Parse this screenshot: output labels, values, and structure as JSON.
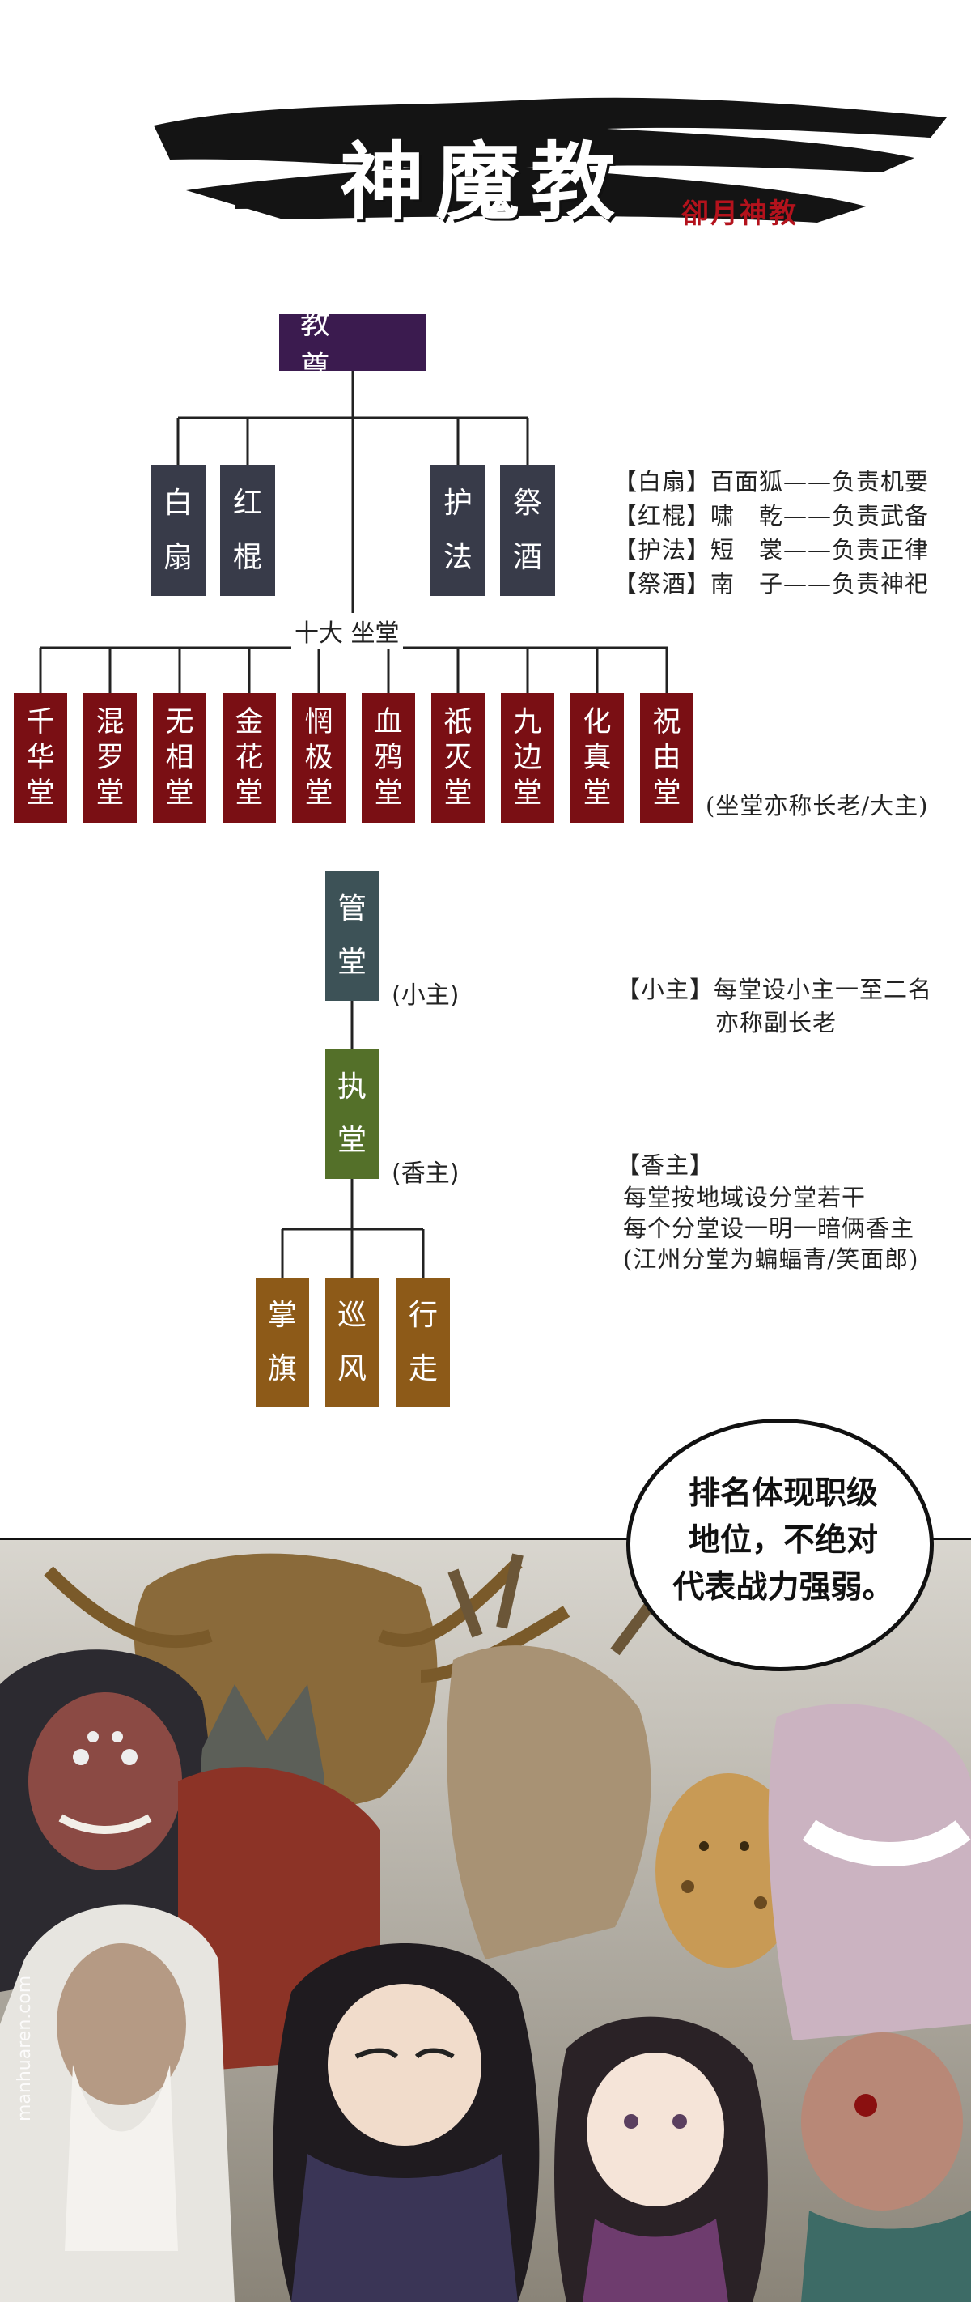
{
  "banner": {
    "title": "神魔教",
    "subtitle": "卻月神教"
  },
  "top": {
    "label": "教 尊"
  },
  "advisors": [
    {
      "chars": [
        "白",
        "扇"
      ]
    },
    {
      "chars": [
        "红",
        "棍"
      ]
    },
    {
      "chars": [
        "护",
        "法"
      ]
    },
    {
      "chars": [
        "祭",
        "酒"
      ]
    }
  ],
  "advisor_notes": [
    "【白扇】百面狐——负责机要",
    "【红棍】啸　乾——负责武备",
    "【护法】短　裳——负责正律",
    "【祭酒】南　子——负责神祀"
  ],
  "halls_label": "十大 坐堂",
  "halls": [
    {
      "chars": [
        "千",
        "华",
        "堂"
      ]
    },
    {
      "chars": [
        "混",
        "罗",
        "堂"
      ]
    },
    {
      "chars": [
        "无",
        "相",
        "堂"
      ]
    },
    {
      "chars": [
        "金",
        "花",
        "堂"
      ]
    },
    {
      "chars": [
        "惘",
        "极",
        "堂"
      ]
    },
    {
      "chars": [
        "血",
        "鸦",
        "堂"
      ]
    },
    {
      "chars": [
        "祇",
        "灭",
        "堂"
      ]
    },
    {
      "chars": [
        "九",
        "边",
        "堂"
      ]
    },
    {
      "chars": [
        "化",
        "真",
        "堂"
      ]
    },
    {
      "chars": [
        "祝",
        "由",
        "堂"
      ]
    }
  ],
  "halls_note": "(坐堂亦称长老/大主)",
  "guan": {
    "chars": [
      "管",
      "堂"
    ],
    "tag": "(小主)"
  },
  "guan_notes": [
    "【小主】每堂设小主一至二名",
    "亦称副长老"
  ],
  "zhi": {
    "chars": [
      "执",
      "堂"
    ],
    "tag": "(香主)"
  },
  "zhi_notes": [
    "【香主】",
    "每堂按地域设分堂若干",
    "每个分堂设一明一暗俩香主",
    "(江州分堂为蝙蝠青/笑面郎)"
  ],
  "lower": [
    {
      "chars": [
        "掌",
        "旗"
      ]
    },
    {
      "chars": [
        "巡",
        "风"
      ]
    },
    {
      "chars": [
        "行",
        "走"
      ]
    }
  ],
  "bubble": [
    "排名体现职级",
    "地位，不绝对",
    "代表战力强弱。"
  ],
  "watermark": "manhuaren.com",
  "colors": {
    "top": "#3b1b4f",
    "advisors": "#383b49",
    "halls": "#7a0f14",
    "guan": "#3d5257",
    "zhi": "#547029",
    "lower": "#8d5a18",
    "subtitle": "#b3121c"
  }
}
